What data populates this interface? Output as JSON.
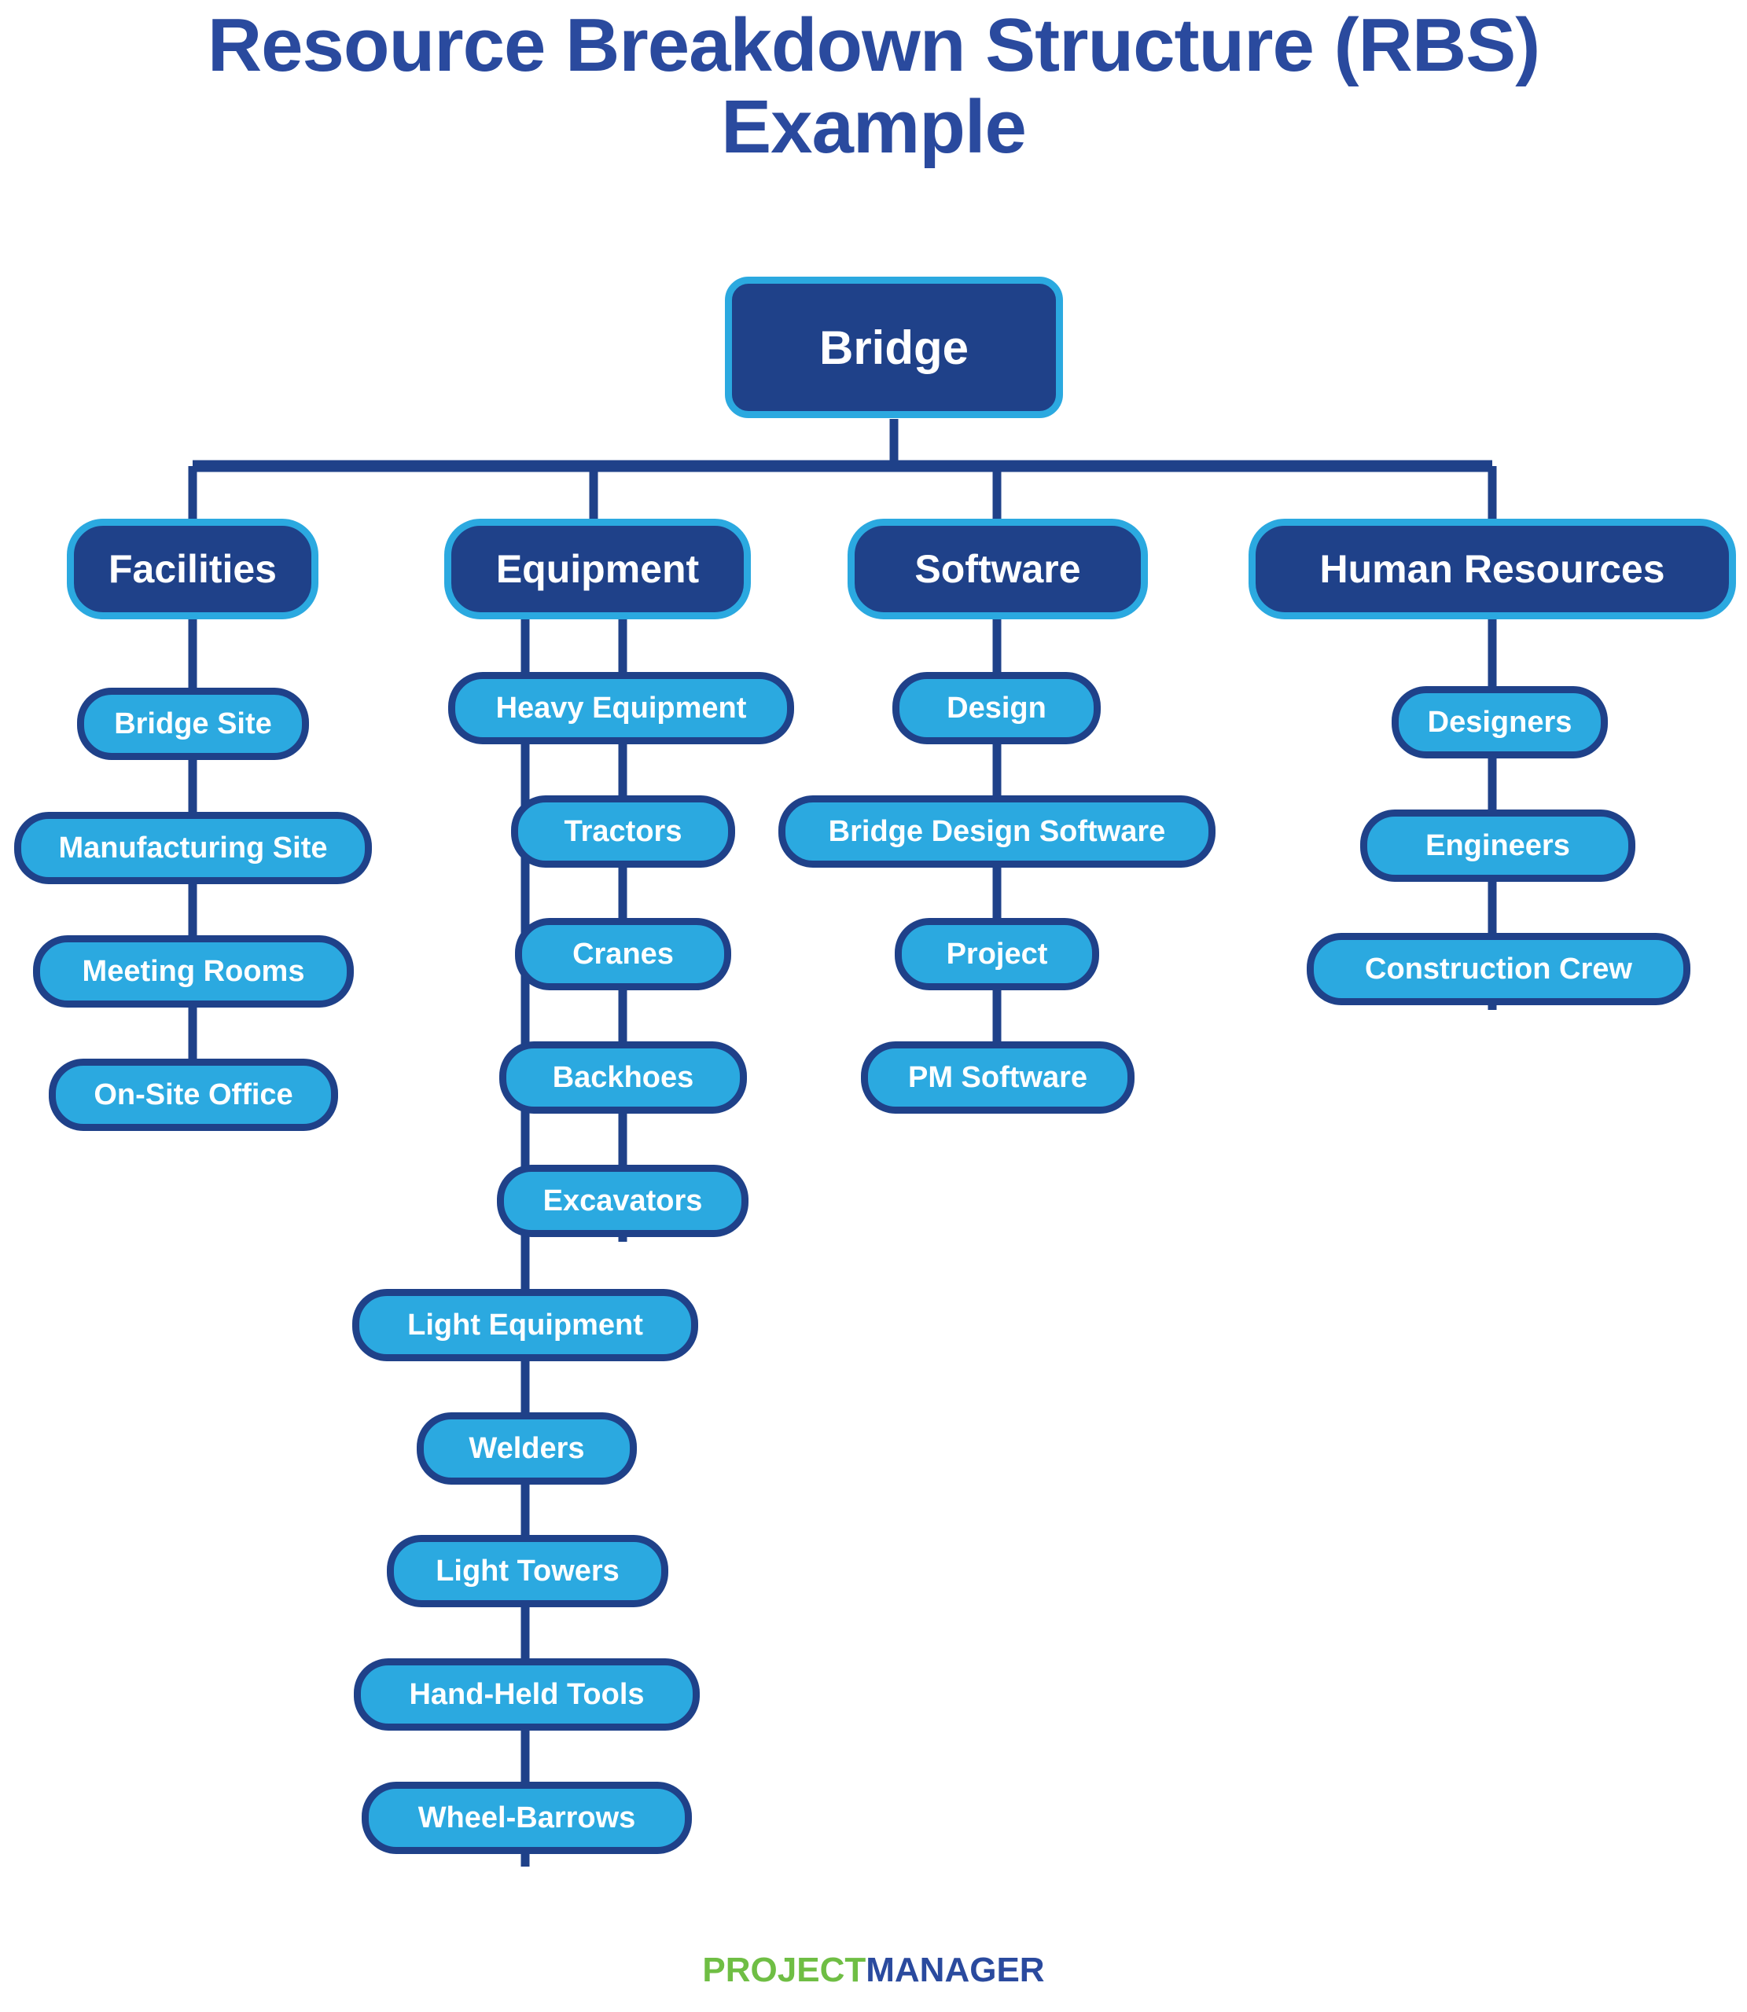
{
  "title": "Resource Breakdown Structure (RBS) Example",
  "colors": {
    "title_blue": "#2A4A9E",
    "dark_blue": "#1F4189",
    "light_blue": "#2BA9E0",
    "node_text": "#FFFFFF",
    "logo_green": "#6FBE44",
    "logo_blue": "#2A4A9E",
    "background": "#FFFFFF"
  },
  "footer": {
    "logo_part1": "PROJECT",
    "logo_part2": "MANAGER"
  },
  "chart_data": {
    "type": "tree",
    "title": "Resource Breakdown Structure (RBS) Example",
    "root": "Bridge",
    "branches": [
      {
        "name": "Facilities",
        "children": [
          "Bridge Site",
          "Manufacturing Site",
          "Meeting Rooms",
          "On-Site Office"
        ]
      },
      {
        "name": "Equipment",
        "children": [
          "Heavy Equipment",
          "Tractors",
          "Cranes",
          "Backhoes",
          "Excavators",
          "Light Equipment",
          "Welders",
          "Light Towers",
          "Hand-Held Tools",
          "Wheel-Barrows"
        ]
      },
      {
        "name": "Software",
        "children": [
          "Design",
          "Bridge Design Software",
          "Project",
          "PM Software"
        ]
      },
      {
        "name": "Human Resources",
        "children": [
          "Designers",
          "Engineers",
          "Construction Crew"
        ]
      }
    ]
  },
  "nodes": {
    "root": "Bridge",
    "cat_facilities": "Facilities",
    "cat_equipment": "Equipment",
    "cat_software": "Software",
    "cat_hr": "Human Resources",
    "fac_1": "Bridge Site",
    "fac_2": "Manufacturing Site",
    "fac_3": "Meeting Rooms",
    "fac_4": "On-Site Office",
    "eq_1": "Heavy Equipment",
    "eq_2": "Tractors",
    "eq_3": "Cranes",
    "eq_4": "Backhoes",
    "eq_5": "Excavators",
    "eq_6": "Light Equipment",
    "eq_7": "Welders",
    "eq_8": "Light Towers",
    "eq_9": "Hand-Held Tools",
    "eq_10": "Wheel-Barrows",
    "sw_1": "Design",
    "sw_2": "Bridge Design Software",
    "sw_3": "Project",
    "sw_4": "PM Software",
    "hr_1": "Designers",
    "hr_2": "Engineers",
    "hr_3": "Construction Crew"
  }
}
